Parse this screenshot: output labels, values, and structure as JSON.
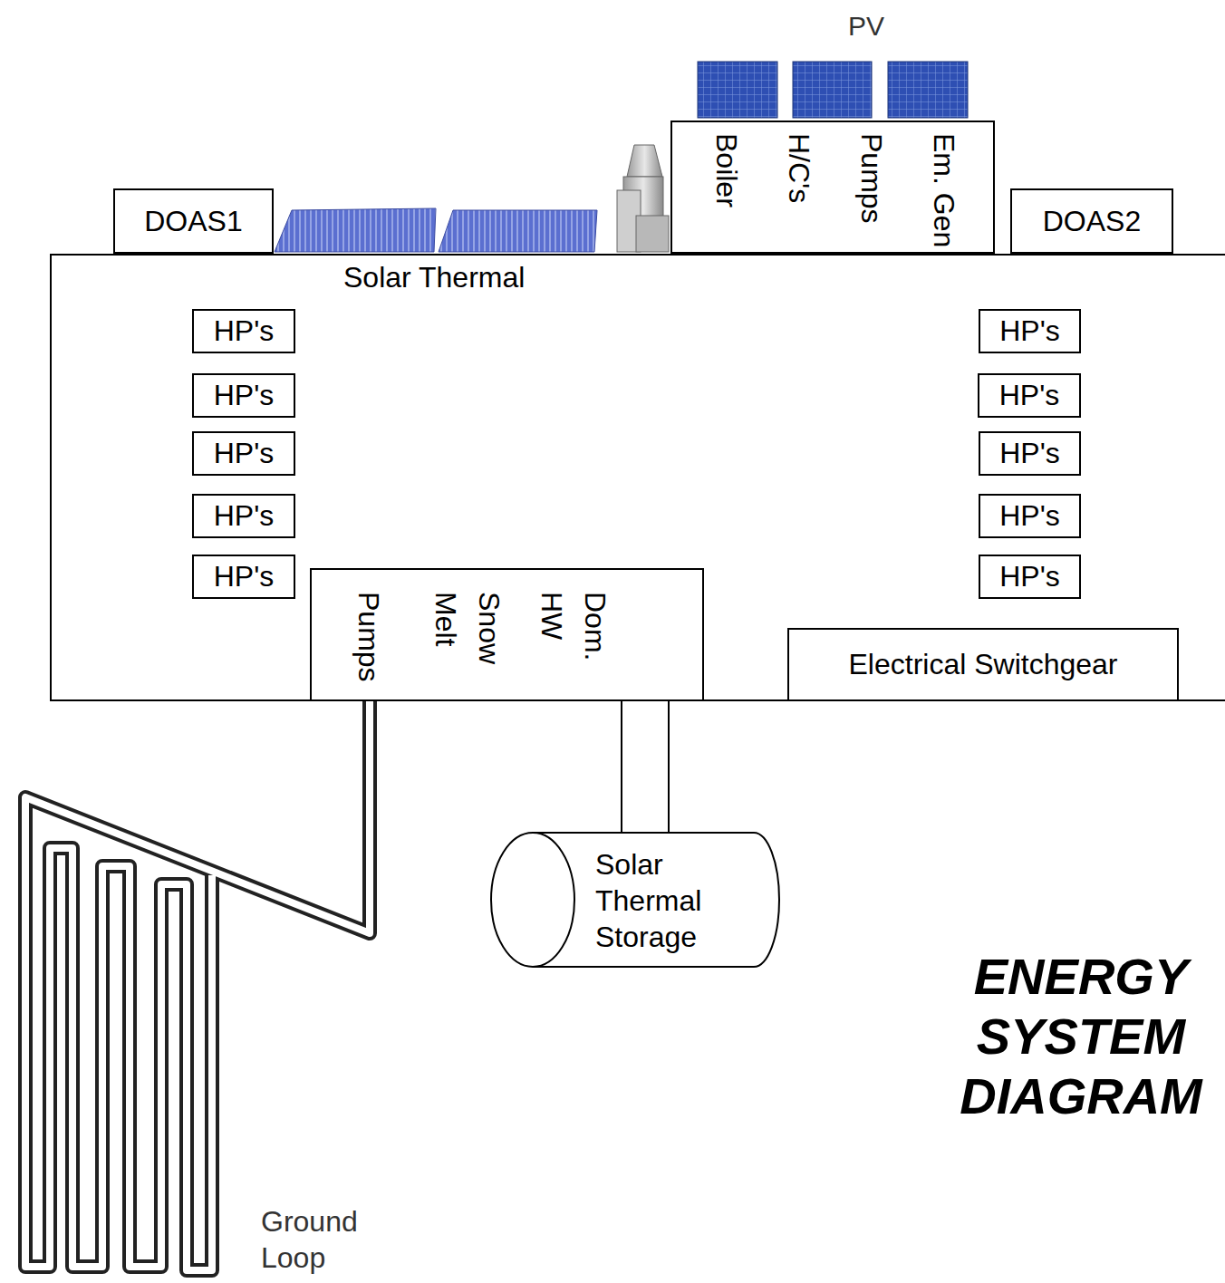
{
  "diagram": {
    "title": "ENERGY SYSTEM DIAGRAM",
    "nodes": [
      {
        "text": [
          "DOAS1"
        ]
      },
      {
        "text": [
          "Boiler",
          "H/C's",
          "Pumps",
          "Em. Gen"
        ]
      },
      {
        "text": [
          "DOAS2"
        ]
      },
      {
        "text": [
          "Solar Thermal"
        ]
      },
      {
        "text": [
          "HP's"
        ],
        "in": 3
      },
      {
        "text": [
          "HP's"
        ],
        "in": 3
      },
      {
        "text": [
          "HP's"
        ],
        "in": 3
      },
      {
        "text": [
          "HP's"
        ],
        "in": 3
      },
      {
        "text": [
          "HP's"
        ],
        "in": 3
      },
      {
        "text": [
          "HP's"
        ],
        "in": 3
      },
      {
        "text": [
          "HP's"
        ],
        "in": 3
      },
      {
        "text": [
          "HP's"
        ],
        "in": 3
      },
      {
        "text": [
          "HP's"
        ],
        "in": 3
      },
      {
        "text": [
          "HP's"
        ],
        "in": 3
      },
      {
        "text": [
          "Pumps",
          "Snow Melt",
          "Dom. HW"
        ],
        "in": 3
      },
      {
        "text": [
          "Electrical Switchgear"
        ],
        "in": 3
      },
      {
        "text": [
          "Solar Thermal Storage"
        ]
      }
    ],
    "edges": [
      {
        "from": 14,
        "to": 16,
        "arrow": "none"
      }
    ],
    "labels": [
      "PV",
      "Ground Loop"
    ]
  }
}
